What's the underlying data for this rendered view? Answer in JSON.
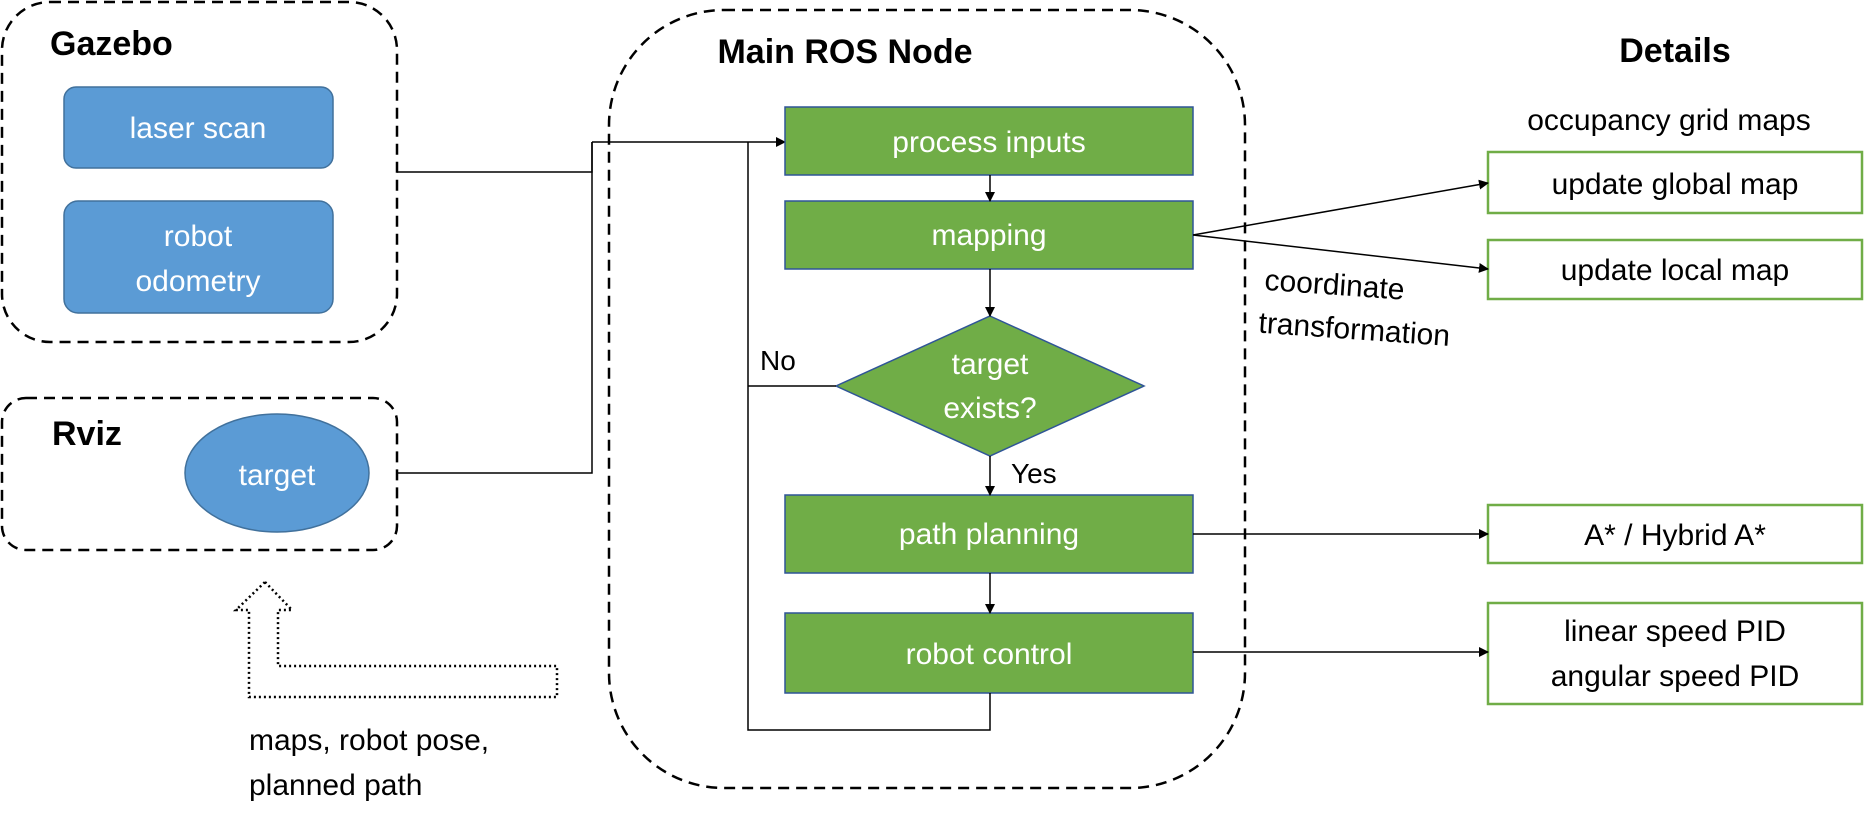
{
  "groups": {
    "gazebo": "Gazebo",
    "rviz": "Rviz",
    "main_node": "Main ROS Node",
    "details": "Details"
  },
  "gazebo_items": {
    "laser_scan": "laser scan",
    "robot_odometry_line1": "robot",
    "robot_odometry_line2": "odometry"
  },
  "rviz_items": {
    "target": "target"
  },
  "flow": {
    "process_inputs": "process inputs",
    "mapping": "mapping",
    "decision_line1": "target",
    "decision_line2": "exists?",
    "no_label": "No",
    "yes_label": "Yes",
    "path_planning": "path planning",
    "robot_control": "robot control"
  },
  "details": {
    "occupancy_heading": "occupancy grid maps",
    "global_map": "update global map",
    "local_map": "update local map",
    "coord_line1": "coordinate",
    "coord_line2": "transformation",
    "astar": "A* / Hybrid A*",
    "pid_line1": "linear speed PID",
    "pid_line2": "angular speed PID"
  },
  "feedback": {
    "line1": "maps, robot pose,",
    "line2": "planned path"
  },
  "colors": {
    "blue_fill": "#5b9bd5",
    "blue_stroke": "#41719c",
    "green_fill": "#70ad47",
    "green_stroke": "#2f5597",
    "details_stroke": "#70ad47"
  }
}
